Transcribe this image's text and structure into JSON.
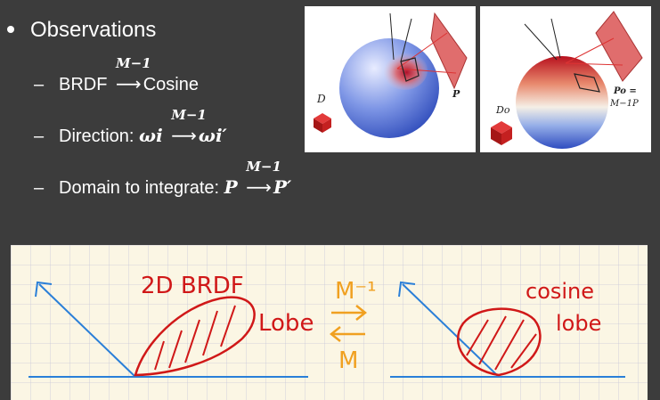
{
  "slide": {
    "bullet": "Observations",
    "items": [
      {
        "prefix": "BRDF",
        "arrow_label": "M−1",
        "target": "Cosine"
      },
      {
        "prefix": "Direction: ",
        "source": "ωi",
        "arrow_label": "M−1",
        "target": "ωi′"
      },
      {
        "prefix": "Domain to integrate: ",
        "source": "P",
        "arrow_label": "M−1",
        "target": "P′"
      }
    ]
  },
  "figure_left": {
    "label_d": "D",
    "label_p": "P"
  },
  "figure_right": {
    "label_d": "Do",
    "label_p_line1": "Po =",
    "label_p_line2": "M−1P"
  },
  "sketch": {
    "left_label": "2D BRDF",
    "left_label2": "Lobe",
    "middle_top": "M⁻¹",
    "middle_bottom": "M",
    "right_label": "cosine",
    "right_label2": "lobe"
  },
  "colors": {
    "background": "#3c3c3c",
    "sketch_bg": "#fbf6e4",
    "ink_red": "#d01818",
    "ink_blue": "#2a7fd8",
    "ink_orange": "#f0a020"
  }
}
